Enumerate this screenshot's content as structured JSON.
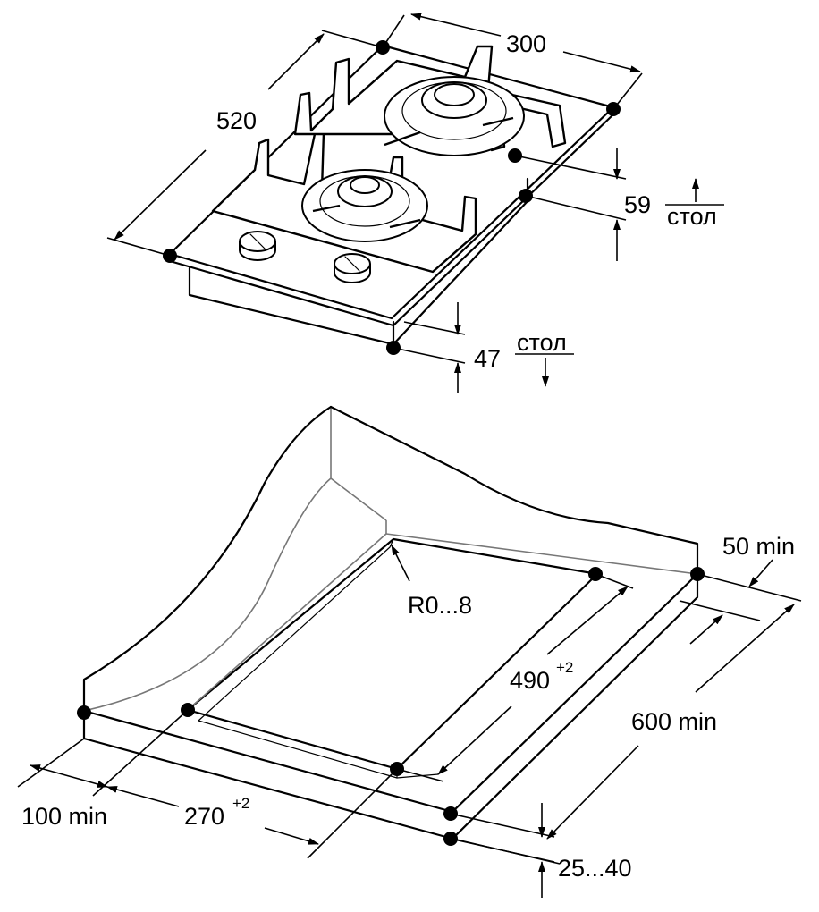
{
  "title": "Hob installation dimensions",
  "hob": {
    "width": "300",
    "depth": "520",
    "height_above": "59",
    "height_below": "47",
    "worktop_word": "стол"
  },
  "cutout": {
    "corner_radius": "R0...8",
    "length": "490",
    "length_tol": "+2",
    "width": "270",
    "width_tol": "+2",
    "side_distance": "100 min",
    "back_distance": "50 min",
    "worktop_depth": "600 min",
    "worktop_thickness": "25...40"
  }
}
